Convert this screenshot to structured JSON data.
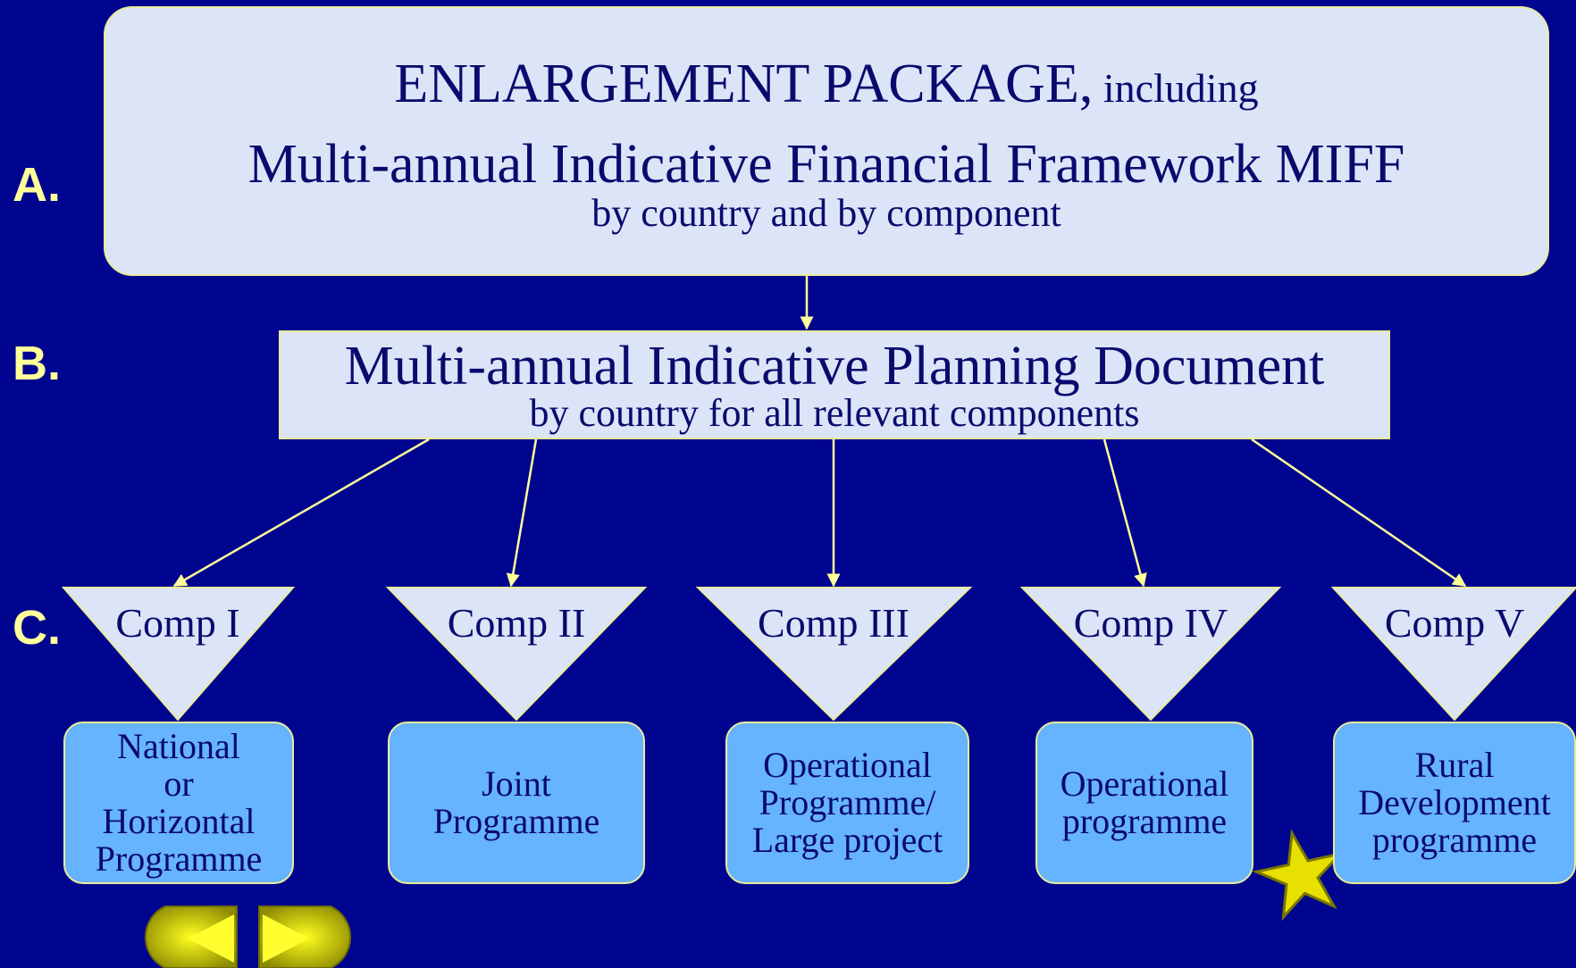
{
  "labels": {
    "a": "A.",
    "b": "B.",
    "c": "C."
  },
  "package": {
    "title": "ENLARGEMENT PACKAGE,",
    "title_suffix": " including",
    "framework": "Multi-annual Indicative Financial Framework MIFF",
    "framework_detail": "by country and by component"
  },
  "planning": {
    "title": "Multi-annual Indicative Planning Document",
    "detail": "by country for all relevant components"
  },
  "components": [
    {
      "label": "Comp I",
      "programme": "National\nor\nHorizontal\nProgramme"
    },
    {
      "label": "Comp II",
      "programme": "Joint\nProgramme"
    },
    {
      "label": "Comp III",
      "programme": "Operational\nProgramme/\nLarge project"
    },
    {
      "label": "Comp IV",
      "programme": "Operational\nprogramme"
    },
    {
      "label": "Comp V",
      "programme": "Rural\nDevelopment\nprogramme"
    }
  ],
  "colors": {
    "background": "#00058f",
    "box_fill": "#dce4f7",
    "programme_fill": "#66b3ff",
    "connector": "#ffff99",
    "letter": "#ffff99",
    "text": "#0a0a6e"
  },
  "nav_icons": [
    "previous-slide-icon",
    "next-slide-icon"
  ],
  "decoration_icon": "star-icon"
}
